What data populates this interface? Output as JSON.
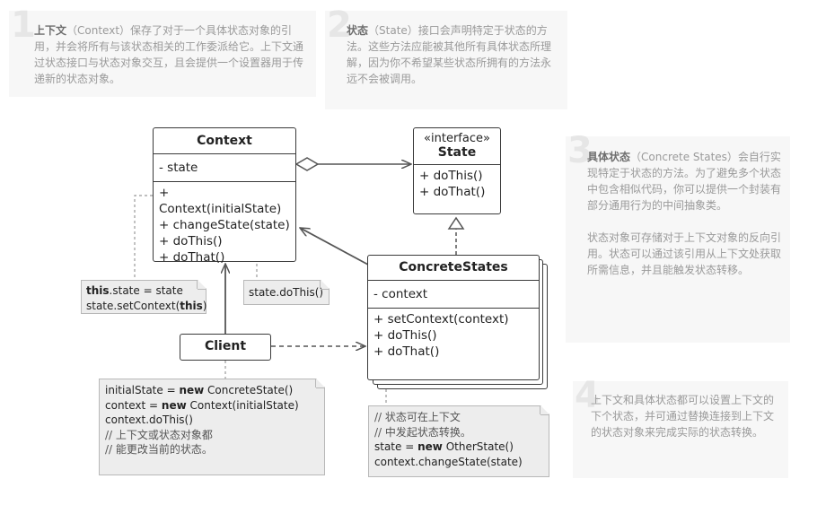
{
  "callouts": [
    {
      "num": "1",
      "bold": "上下文",
      "text": "（Context）保存了对于一个具体状态对象的引用，并会将所有与该状态相关的工作委派给它。上下文通过状态接口与状态对象交互，且会提供一个设置器用于传递新的状态对象。"
    },
    {
      "num": "2",
      "bold": "状态",
      "text": "（State）接口会声明特定于状态的方法。这些方法应能被其他所有具体状态所理解，因为你不希望某些状态所拥有的方法永远不会被调用。"
    },
    {
      "num": "3",
      "bold": "具体状态",
      "text": "（Concrete States）会自行实现特定于状态的方法。为了避免多个状态中包含相似代码，你可以提供一个封装有部分通用行为的中间抽象类。",
      "text2": "状态对象可存储对于上下文对象的反向引用。状态可以通过该引用从上下文处获取所需信息，并且能触发状态转移。"
    },
    {
      "num": "4",
      "bold": "",
      "text": "上下文和具体状态都可以设置上下文的下个状态，并可通过替换连接到上下文的状态对象来完成实际的状态转换。"
    }
  ],
  "context_class": {
    "name": "Context",
    "fields": [
      "- state"
    ],
    "methods": [
      "+ Context(initialState)",
      "+ changeState(state)",
      "+ doThis()",
      "+ doThat()"
    ]
  },
  "state_interface": {
    "stereotype": "«interface»",
    "name": "State",
    "methods": [
      "+ doThis()",
      "+ doThat()"
    ]
  },
  "concrete_states": {
    "name": "ConcreteStates",
    "fields": [
      "- context"
    ],
    "methods": [
      "+ setContext(context)",
      "+ doThis()",
      "+ doThat()"
    ]
  },
  "client": {
    "name": "Client"
  },
  "notes": {
    "set_state": {
      "l1_b": "this",
      "l1": ".state = state",
      "l2": "state.setContext(",
      "l2_b": "this",
      "l2_end": ")"
    },
    "do_this": "state.doThis()",
    "client": {
      "l1": "initialState = ",
      "l1_b": "new",
      "l1_e": " ConcreteState()",
      "l2": "context = ",
      "l2_b": "new",
      "l2_e": " Context(initialState)",
      "l3": "context.doThis()",
      "l4": "// 上下文或状态对象都",
      "l5": "// 能更改当前的状态。"
    },
    "concrete": {
      "l1": "// 状态可在上下文",
      "l2": "// 中发起状态转换。",
      "l3": "state = ",
      "l3_b": "new",
      "l3_e": " OtherState()",
      "l4": "context.changeState(state)"
    }
  }
}
